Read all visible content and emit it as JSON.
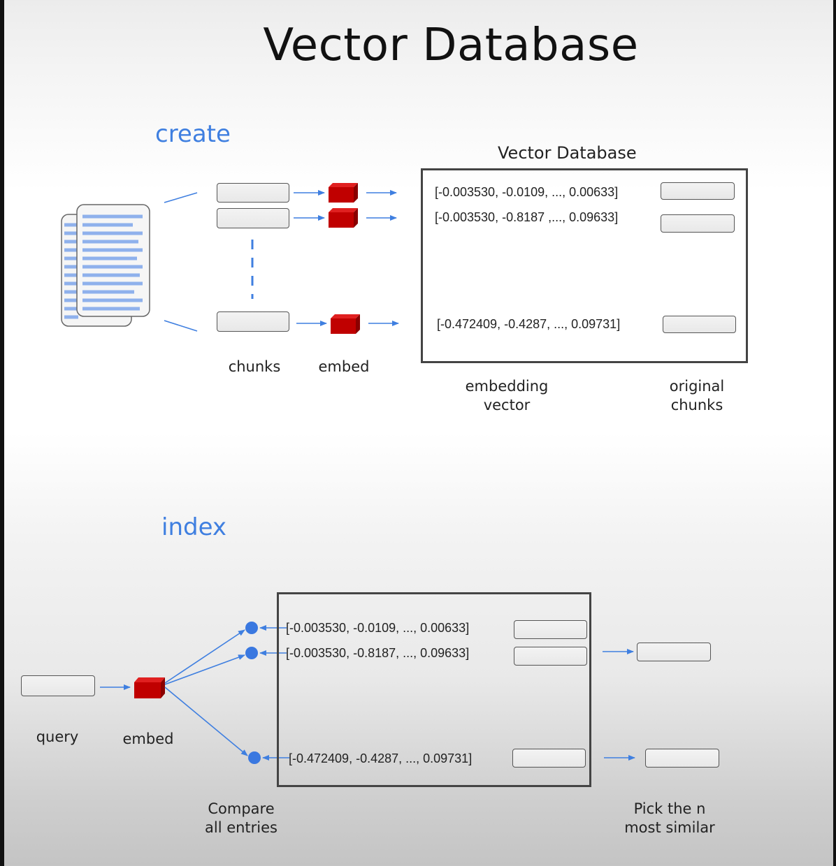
{
  "title": "Vector Database",
  "create": {
    "section_label": "create",
    "db_title": "Vector Database",
    "chunks_label": "chunks",
    "embed_label": "embed",
    "embedding_vector_label": "embedding\nvector",
    "original_chunks_label": "original\nchunks",
    "vectors": [
      "[-0.003530, -0.0109, ..., 0.00633]",
      "[-0.003530, -0.8187 ,..., 0.09633]",
      "[-0.472409, -0.4287, ..., 0.09731]"
    ]
  },
  "index": {
    "section_label": "index",
    "query_label": "query",
    "embed_label": "embed",
    "compare_label": "Compare\nall entries",
    "pick_label": "Pick the n\nmost similar",
    "vectors": [
      "[-0.003530, -0.0109, ..., 0.00633]",
      "[-0.003530, -0.8187, ..., 0.09633]",
      "[-0.472409, -0.4287, ..., 0.09731]"
    ]
  },
  "colors": {
    "accent_blue": "#3f7fe0",
    "cube_red": "#c00000",
    "doc_lines": "#8fb1ec"
  },
  "icons": {
    "documents": "document-stack-icon",
    "embed": "cube-icon",
    "compare_point": "dot-icon"
  }
}
